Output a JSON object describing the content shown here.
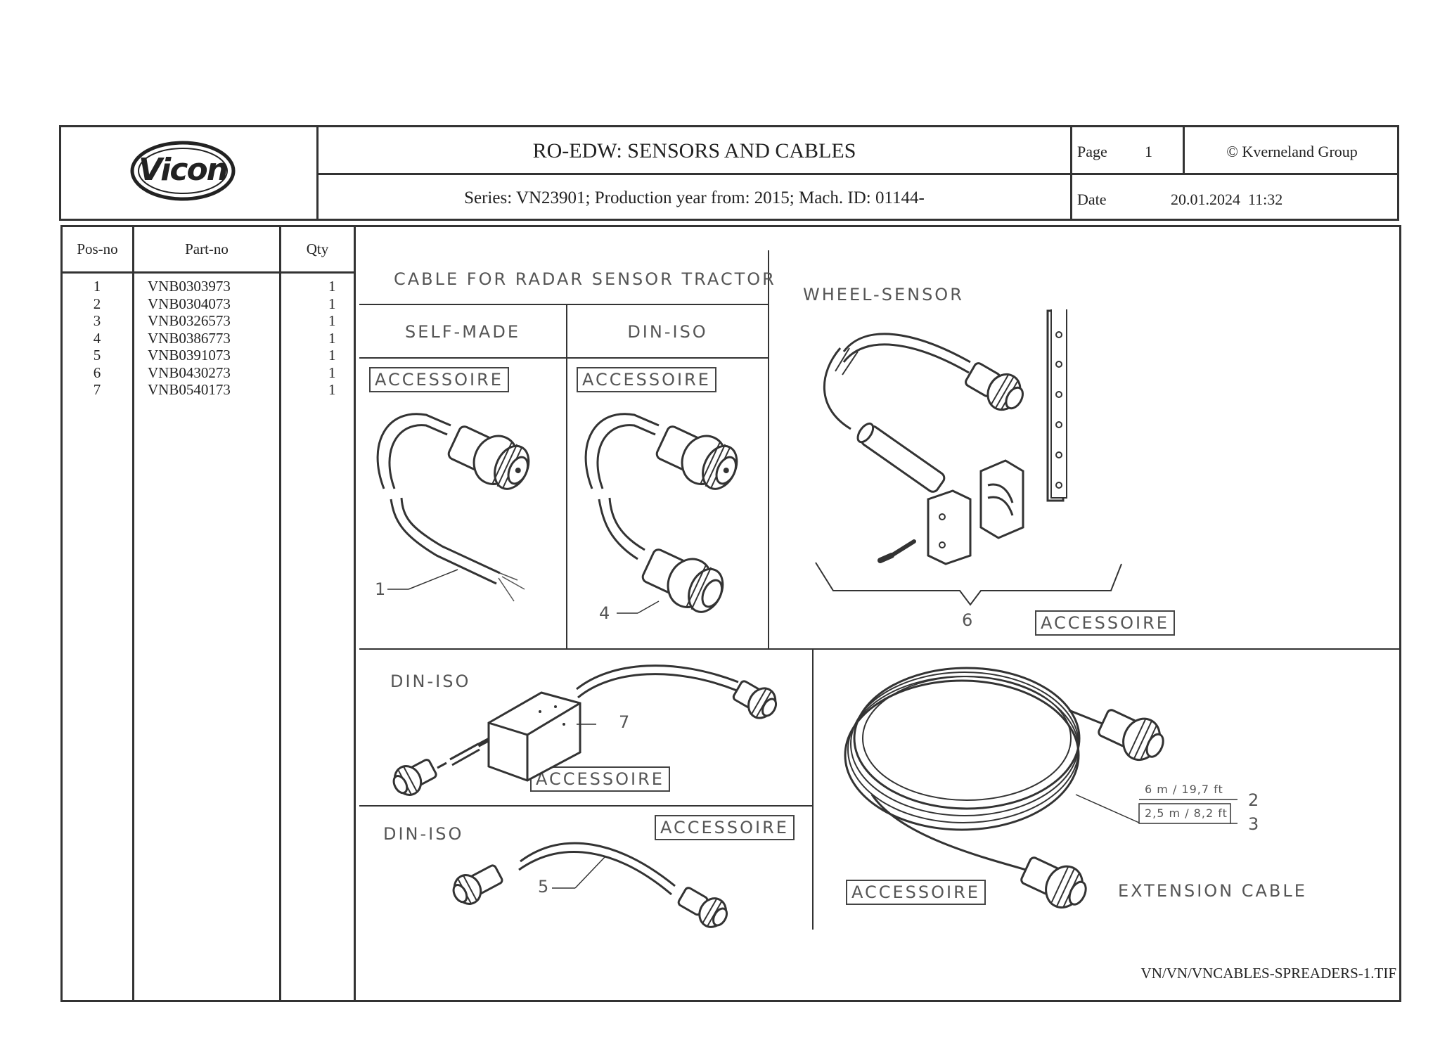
{
  "header": {
    "logo_text": "Vicon",
    "title": "RO-EDW: SENSORS AND CABLES",
    "series": "Series: VN23901; Production year from: 2015; Mach. ID: 01144-",
    "page_label": "Page",
    "page_value": "1",
    "copyright": "© Kverneland Group",
    "date_label": "Date",
    "date_value": "20.01.2024  11:32"
  },
  "parts_table": {
    "headers": [
      "Pos-no",
      "Part-no",
      "Qty"
    ],
    "rows": [
      {
        "pos": "1",
        "part": "VNB0303973",
        "qty": "1"
      },
      {
        "pos": "2",
        "part": "VNB0304073",
        "qty": "1"
      },
      {
        "pos": "3",
        "part": "VNB0326573",
        "qty": "1"
      },
      {
        "pos": "4",
        "part": "VNB0386773",
        "qty": "1"
      },
      {
        "pos": "5",
        "part": "VNB0391073",
        "qty": "1"
      },
      {
        "pos": "6",
        "part": "VNB0430273",
        "qty": "1"
      },
      {
        "pos": "7",
        "part": "VNB0540173",
        "qty": "1"
      }
    ]
  },
  "drawing": {
    "cable_radar_title": "CABLE FOR RADAR SENSOR TRACTOR",
    "self_made": "SELF-MADE",
    "din_iso": "DIN-ISO",
    "wheel_sensor": "WHEEL-SENSOR",
    "accessoire": "ACCESSOIRE",
    "extension_cable": "EXTENSION CABLE",
    "length_6m": "6 m / 19,7 ft",
    "length_25m": "2,5 m / 8,2 ft",
    "callout_1": "1",
    "callout_2": "2",
    "callout_3": "3",
    "callout_4": "4",
    "callout_5": "5",
    "callout_6": "6",
    "callout_7": "7",
    "file_ref": "VN/VN/VNCABLES-SPREADERS-1.TIF"
  }
}
